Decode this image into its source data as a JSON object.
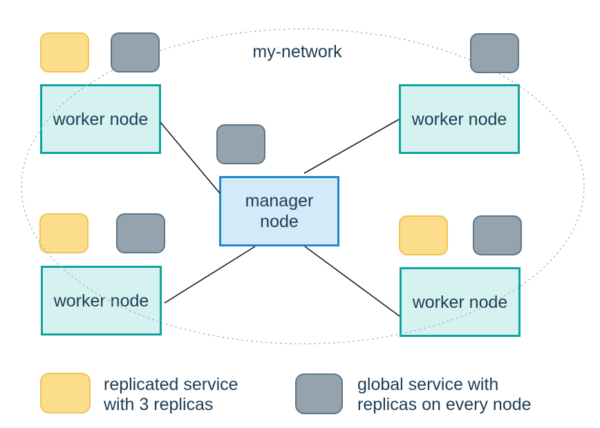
{
  "diagram": {
    "network_label": "my-network",
    "manager_node": {
      "label_line1": "manager",
      "label_line2": "node"
    },
    "worker_nodes": [
      {
        "position": "top-left",
        "label": "worker node"
      },
      {
        "position": "top-right",
        "label": "worker node"
      },
      {
        "position": "bottom-left",
        "label": "worker node"
      },
      {
        "position": "bottom-right",
        "label": "worker node"
      }
    ],
    "legend": [
      {
        "id": "replicated-service",
        "label_line1": "replicated service",
        "label_line2": "with 3 replicas"
      },
      {
        "id": "global-service",
        "label_line1": "global service with",
        "label_line2": "replicas on every node"
      }
    ]
  },
  "colors": {
    "replicated_fill": "#FBDD8B",
    "replicated_border": "#F0C453",
    "global_fill": "#94A3AE",
    "global_border": "#5E7585",
    "worker_fill": "#D6F2F0",
    "worker_border": "#0FA3A0",
    "manager_fill": "#D3EAF9",
    "manager_border": "#1C87C9",
    "text": "#1D3C55",
    "connector": "#1B1B1B",
    "network_dash": "#9FAFBE"
  }
}
